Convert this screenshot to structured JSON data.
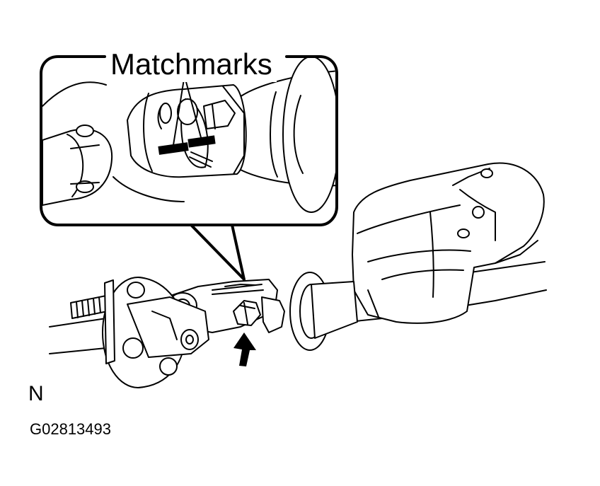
{
  "callout": {
    "label": "Matchmarks"
  },
  "view_label": "N",
  "figure_code": "G02813493"
}
